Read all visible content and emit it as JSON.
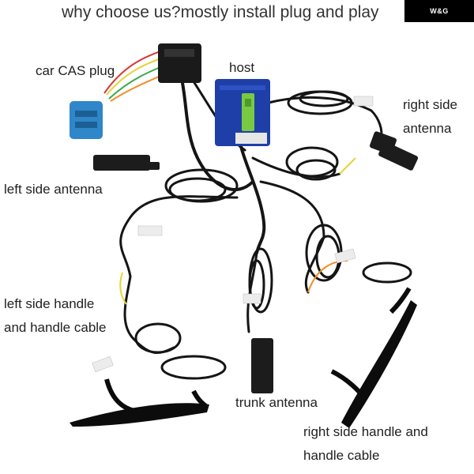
{
  "headline": "why choose us?mostly install plug and play",
  "logo": "W&G",
  "labels": {
    "car_cas_plug": "car CAS plug",
    "host": "host",
    "right_antenna_line1": "right side",
    "right_antenna_line2": "antenna",
    "left_antenna": "left side antenna",
    "left_handle_line1": "left side handle",
    "left_handle_line2": "and handle cable",
    "trunk_antenna": "trunk antenna",
    "right_handle_line1": "right side handle and",
    "right_handle_line2": "handle cable"
  },
  "colors": {
    "background": "#ffffff",
    "cable": "#151515",
    "host_body": "#1f3fa8",
    "plug": "#2f86c8",
    "tag": "#7ac943",
    "handle": "#0c0c0c"
  }
}
